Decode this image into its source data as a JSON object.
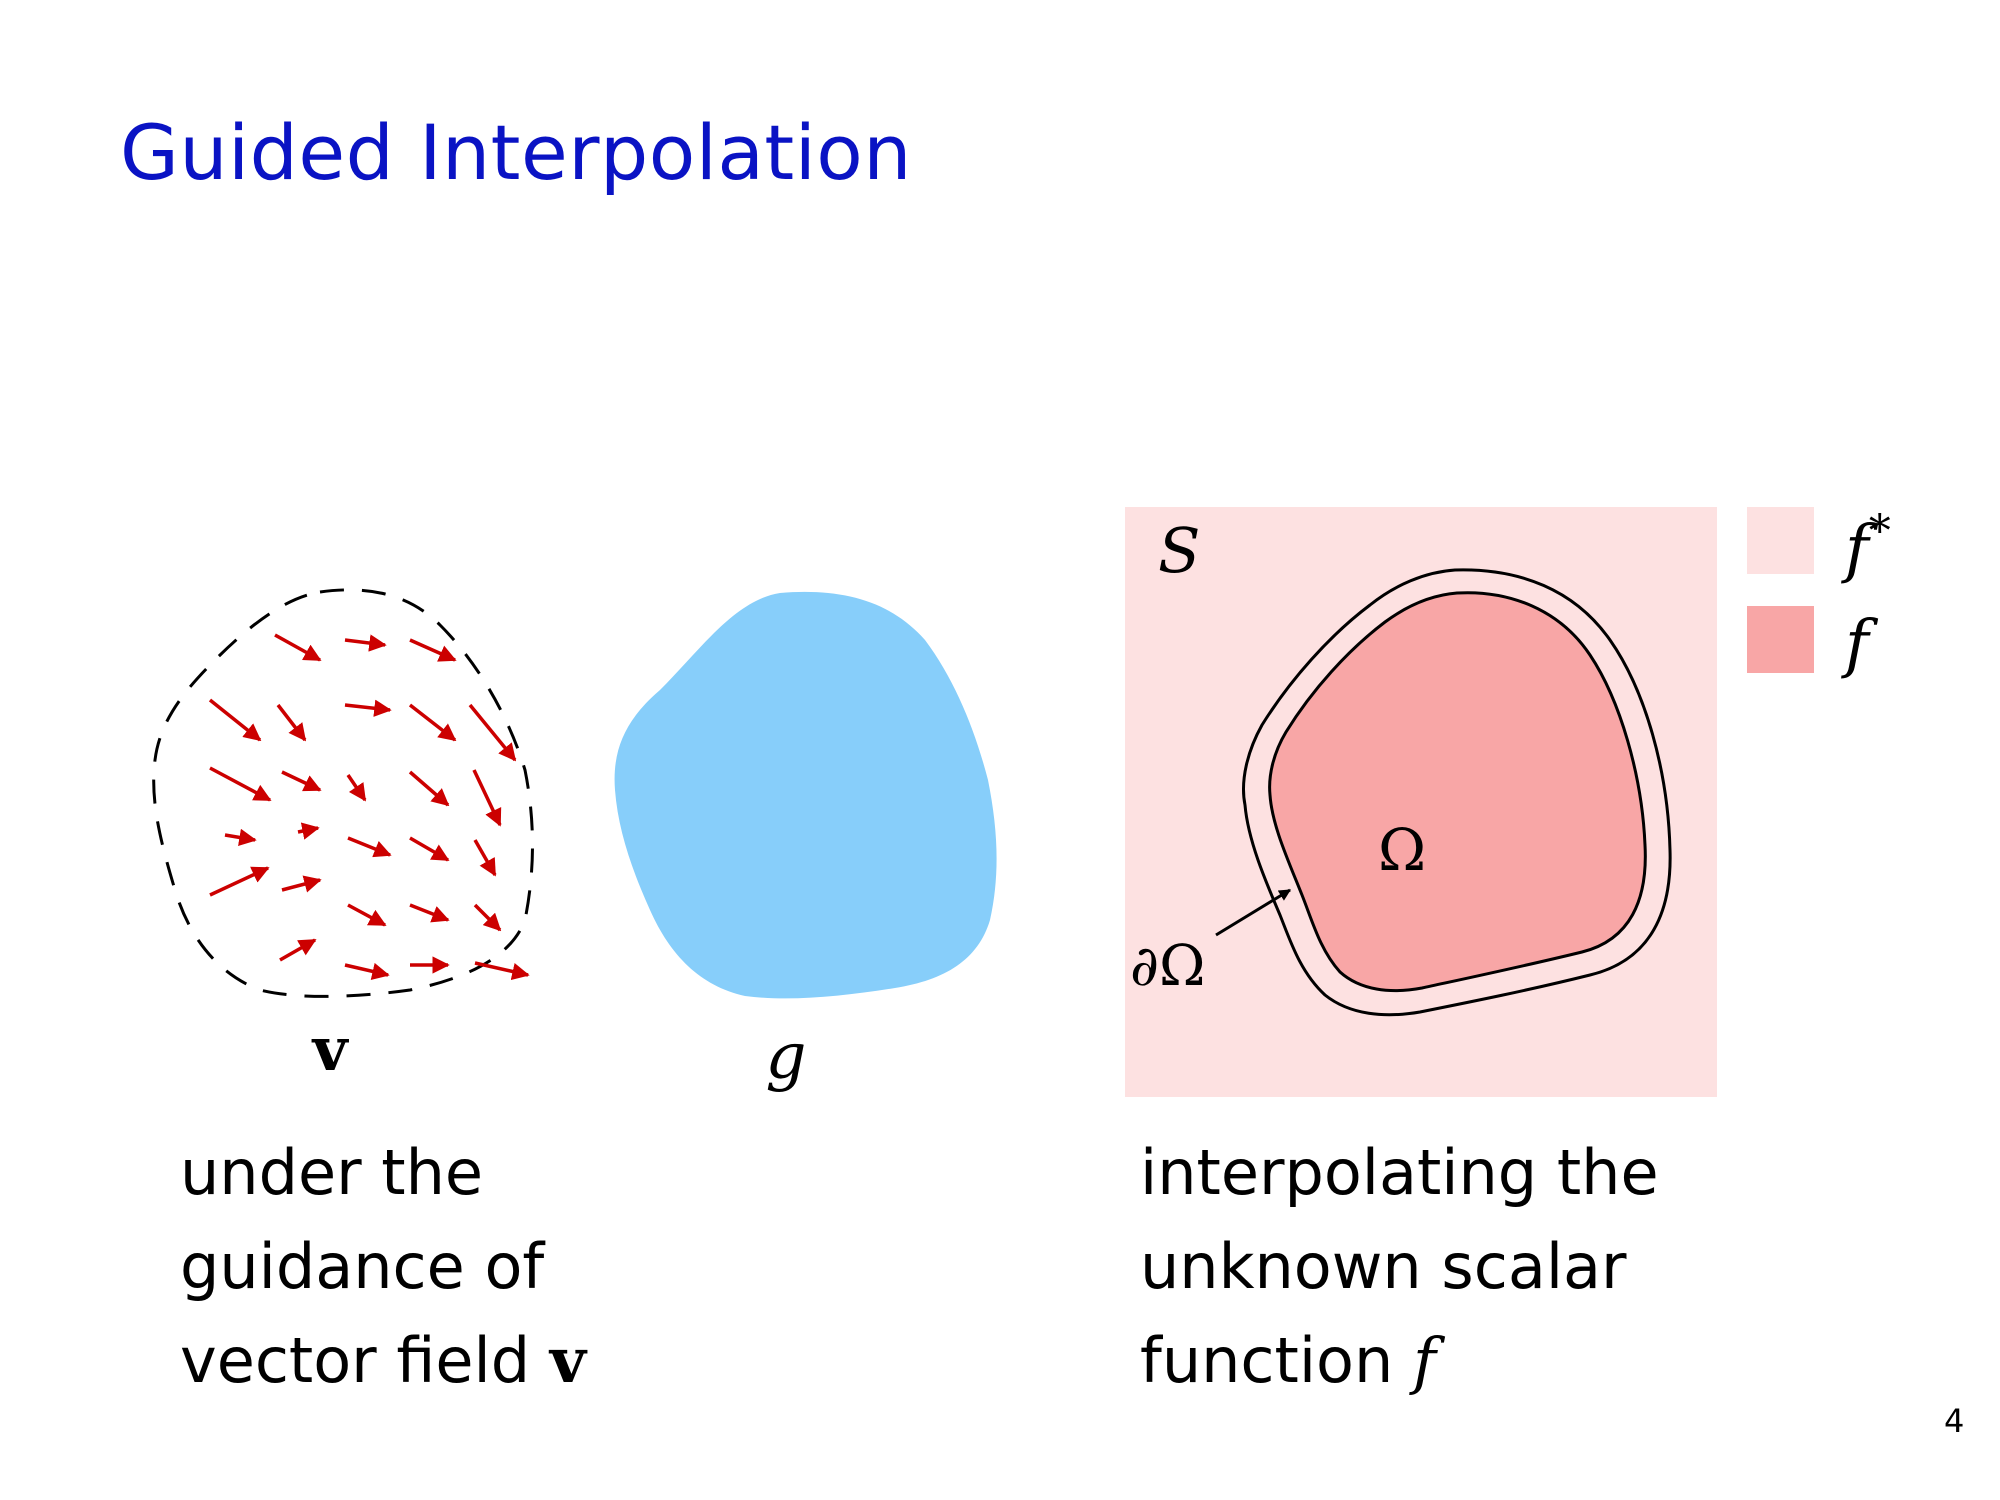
{
  "slide": {
    "title": "Guided Interpolation",
    "page_number": "4"
  },
  "figure": {
    "vector_field_label": "v",
    "guidance_label": "g",
    "domain_label": "S",
    "region_label": "Ω",
    "boundary_label": "∂Ω",
    "legend": [
      {
        "symbol": "f",
        "superscript": "*",
        "color": "#fde1e1"
      },
      {
        "symbol": "f",
        "superscript": "",
        "color": "#f8a6a6"
      }
    ],
    "colors": {
      "arrow": "#cc0000",
      "blob": "#87cefa",
      "domain_fill": "#fde1e1",
      "region_fill": "#f8a6a6"
    }
  },
  "captions": {
    "left": {
      "line1": "under the",
      "line2": "guidance of",
      "line3_text": "vector field ",
      "line3_symbol": "v"
    },
    "right": {
      "line1": "interpolating the",
      "line2": "unknown scalar",
      "line3_text": "function ",
      "line3_symbol": "f"
    }
  }
}
